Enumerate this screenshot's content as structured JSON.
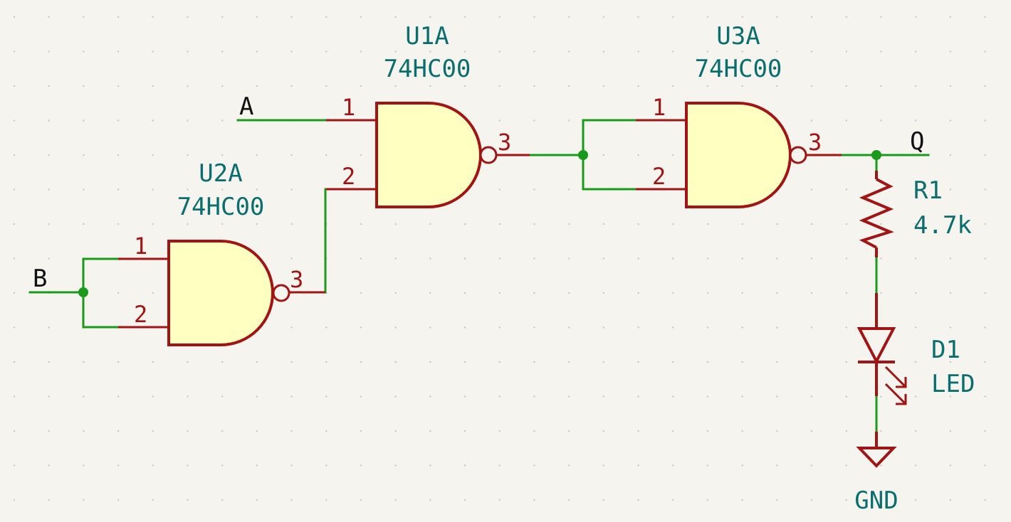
{
  "colors": {
    "background": "#f5f4ef",
    "wire": "#1a9a1a",
    "symbol": "#a21414",
    "gate_fill": "#ffffc2",
    "reference_text": "#0a6e6e",
    "net_label_text": "#111111",
    "grid_dot": "#c8c8c2"
  },
  "nets": {
    "A": "A",
    "B": "B",
    "Q": "Q"
  },
  "gates": {
    "u1a": {
      "ref": "U1A",
      "value": "74HC00",
      "pin1": "1",
      "pin2": "2",
      "pin3": "3"
    },
    "u2a": {
      "ref": "U2A",
      "value": "74HC00",
      "pin1": "1",
      "pin2": "2",
      "pin3": "3"
    },
    "u3a": {
      "ref": "U3A",
      "value": "74HC00",
      "pin1": "1",
      "pin2": "2",
      "pin3": "3"
    }
  },
  "resistor": {
    "ref": "R1",
    "value": "4.7k"
  },
  "led": {
    "ref": "D1",
    "value": "LED"
  },
  "power": {
    "gnd": "GND"
  }
}
